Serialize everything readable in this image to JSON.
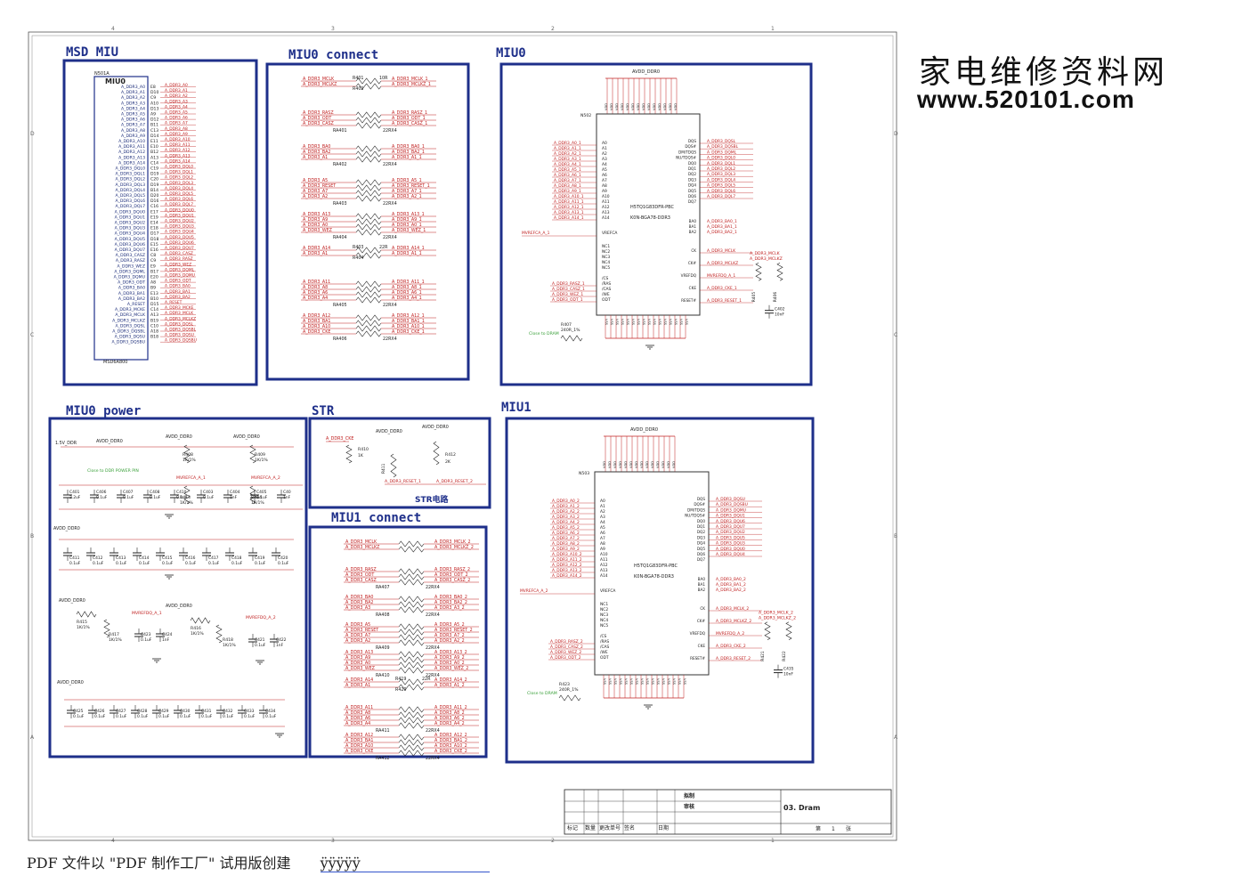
{
  "watermark": {
    "cn": "家电维修资料网",
    "url": "www.520101.com"
  },
  "footer": {
    "text": "PDF 文件以 \"PDF 制作工厂\" 试用版创建",
    "link": "ÿÿÿÿÿ"
  },
  "grid": {
    "top": [
      "4",
      "3",
      "2",
      "1"
    ],
    "side": [
      "D",
      "C",
      "B",
      "A"
    ]
  },
  "blocks": {
    "msd_miu": {
      "title": "MSD MIU",
      "part": "N501A",
      "name": "MIU0",
      "footer": "MSD6A800",
      "signals": [
        "A_DDR3_A0",
        "A_DDR3_A1",
        "A_DDR3_A2",
        "A_DDR3_A3",
        "A_DDR3_A4",
        "A_DDR3_A5",
        "A_DDR3_A6",
        "A_DDR3_A7",
        "A_DDR3_A8",
        "A_DDR3_A9",
        "A_DDR3_A10",
        "A_DDR3_A11",
        "A_DDR3_A12",
        "A_DDR3_A13",
        "A_DDR3_A14",
        "A_DDR3_DQL0",
        "A_DDR3_DQL1",
        "A_DDR3_DQL2",
        "A_DDR3_DQL3",
        "A_DDR3_DQL4",
        "A_DDR3_DQL5",
        "A_DDR3_DQL6",
        "A_DDR3_DQL7",
        "A_DDR3_DQU0",
        "A_DDR3_DQU1",
        "A_DDR3_DQU2",
        "A_DDR3_DQU3",
        "A_DDR3_DQU4",
        "A_DDR3_DQU5",
        "A_DDR3_DQU6",
        "A_DDR3_DQU7",
        "A_DDR3_CASZ",
        "A_DDR3_RASZ",
        "A_DDR3_WEZ",
        "A_DDR3_DQML",
        "A_DDR3_DQMU",
        "A_DDR3_ODT",
        "A_DDR3_BA0",
        "A_DDR3_BA1",
        "A_DDR3_BA2",
        "A_RESET",
        "A_DDR3_MCKE",
        "A_DDR3_MCLK",
        "A_DDR3_MCLKZ",
        "A_DDR3_DQSL",
        "A_DDR3_DQSBL",
        "A_DDR3_DQSU",
        "A_DDR3_DQSBU"
      ],
      "pins": [
        "E8",
        "D10",
        "C9",
        "A10",
        "D13",
        "A9",
        "D12",
        "B11",
        "C13",
        "D14",
        "E11",
        "E10",
        "B12",
        "A13",
        "C14",
        "C19",
        "D19",
        "C20",
        "D19",
        "B14",
        "D20",
        "D16",
        "C16",
        "E17",
        "E19",
        "E14",
        "E18",
        "D17",
        "D18",
        "E15",
        "E16",
        "C8",
        "C9",
        "E9",
        "B17",
        "E20",
        "A8",
        "B9",
        "E13",
        "B10",
        "D15",
        "C14",
        "A13",
        "B19",
        "C10",
        "A18",
        "B18"
      ]
    },
    "miu0_connect": {
      "title": "MIU0 connect",
      "rows": [
        {
          "l1": "A_DDR3_MCLK",
          "l2": "A_DDR3_MCLKZ",
          "ref1": "R401",
          "ref2": "R402",
          "val": "10R",
          "r1": "A_DDR3_MCLK_1",
          "r2": "A_DDR3_MCLKZ_1"
        },
        {
          "l1": "A_DDR3_RASZ",
          "l2": "A_DDR3_ODT",
          "l3": "A_DDR3_CASZ",
          "ref": "RA401",
          "val": "22RX4",
          "r1": "A_DDR3_RASZ_1",
          "r2": "A_DDR3_ODT_1",
          "r3": "A_DDR3_CASZ_1"
        },
        {
          "l1": "A_DDR3_BA0",
          "l2": "A_DDR3_BA2",
          "l3": "A_DDR3_A1",
          "ref": "RA402",
          "val": "22RX4",
          "r1": "A_DDR3_BA0_1",
          "r2": "A_DDR3_BA2_1",
          "r3": "A_DDR3_A1_1"
        },
        {
          "l1": "A_DDR3_A5",
          "l2": "A_DDR3_RESET",
          "l3": "A_DDR3_A7",
          "l4": "A_DDR3_A2",
          "ref": "RA403",
          "val": "22RX4",
          "r1": "A_DDR3_A5_1",
          "r2": "A_DDR3_RESET_1",
          "r3": "A_DDR3_A7_1",
          "r4": "A_DDR3_A2_1"
        },
        {
          "l1": "A_DDR3_A13",
          "l2": "A_DDR3_A9",
          "l3": "A_DDR3_A0",
          "l4": "A_DDR3_WEZ",
          "ref": "RA404",
          "val": "22RX4",
          "r1": "A_DDR3_A13_1",
          "r2": "A_DDR3_A9_1",
          "r3": "A_DDR3_A0_1",
          "r4": "A_DDR3_WEZ_1"
        },
        {
          "l1": "A_DDR3_A14",
          "l2": "A_DDR3_A1",
          "ref1": "R403",
          "ref2": "R404",
          "val": "22R",
          "r1": "A_DDR3_A14_1",
          "r2": "A_DDR3_A1_1"
        },
        {
          "l1": "A_DDR3_A11",
          "l2": "A_DDR3_A8",
          "l3": "A_DDR3_A6",
          "l4": "A_DDR3_A4",
          "ref": "RA405",
          "val": "22RX4",
          "r1": "A_DDR3_A11_1",
          "r2": "A_DDR3_A8_1",
          "r3": "A_DDR3_A6_1",
          "r4": "A_DDR3_A4_1"
        },
        {
          "l1": "A_DDR3_A12",
          "l2": "A_DDR3_BA1",
          "l3": "A_DDR3_A10",
          "l4": "A_DDR3_CKE",
          "ref": "RA406",
          "val": "22RX4",
          "r1": "A_DDR3_A12_1",
          "r2": "A_DDR3_BA1_1",
          "r3": "A_DDR3_A10_1",
          "r4": "A_DDR3_CKE_1"
        }
      ]
    },
    "miu0": {
      "title": "MIU0",
      "supply": "AVDD_DDR0",
      "ref": "N502",
      "part": "H5TQ1G83DFR-PBC",
      "pkg": "K0N-BGA78-DDR3",
      "addr": [
        "A_DDR3_A0_1",
        "A_DDR3_A1_1",
        "A_DDR3_A2_1",
        "A_DDR3_A3_1",
        "A_DDR3_A4_1",
        "A_DDR3_A5_1",
        "A_DDR3_A6_1",
        "A_DDR3_A7_1",
        "A_DDR3_A8_1",
        "A_DDR3_A9_1",
        "A_DDR3_A10_1",
        "A_DDR3_A11_1",
        "A_DDR3_A12_1",
        "A_DDR3_A13_1",
        "A_DDR3_A14_1"
      ],
      "dq": [
        "A_DDR3_DQSL",
        "A_DDR3_DQSBL",
        "A_DDR3_DQML",
        "A_DDR3_DQL0",
        "A_DDR3_DQL1",
        "A_DDR3_DQL2",
        "A_DDR3_DQL3",
        "A_DDR3_DQL4",
        "A_DDR3_DQL5",
        "A_DDR3_DQL6",
        "A_DDR3_DQL7"
      ],
      "ctl": [
        "A_DDR3_RASZ_1",
        "A_DDR3_CASZ_1",
        "A_DDR3_WEZ_1",
        "A_DDR3_ODT_1"
      ],
      "ba": [
        "A_DDR3_BA0_1",
        "A_DDR3_BA1_1",
        "A_DDR3_BA2_1"
      ],
      "clk": [
        "A_DDR3_MCLK",
        "A_DDR3_MCLKZ",
        "MVREFDQ_A_1",
        "A_DDR3_CKE_1",
        "A_DDR3_RESET_1"
      ],
      "vref": "MVREFCA_A_1",
      "r_ref": "R407",
      "r_val": "240R_1%",
      "note": "Close to DRAM",
      "term": [
        "A_DDR3_MCLK",
        "A_DDR3_MCLKZ"
      ],
      "term_r": [
        "R405",
        "R406"
      ],
      "cap": "C402",
      "cap_val": "10nF"
    },
    "miu0_power": {
      "title": "MIU0 power",
      "v1": "1.5V_DDR",
      "v2": "AVDD_DDR0",
      "note": "Close to DDR POWER PIN",
      "r1": "R408",
      "r1v": "1K/1%",
      "r2": "R409",
      "r2v": "1K/1%",
      "r3": "R413",
      "r3v": "1K/1%",
      "r4": "R414",
      "r4v": "1K/1%",
      "vref1": "MVREFCA_A_1",
      "vref2": "MVREFCA_A_2",
      "vref3": "MVREFDQ_A_1",
      "vref4": "MVREFDQ_A_2",
      "r5": "R415",
      "r5v": "1K/1%",
      "r6": "R416",
      "r6v": "1K/1%",
      "r7": "R417",
      "r7v": "1K/1%",
      "r8": "R418",
      "r8v": "1K/1%",
      "caps_row1": [
        [
          "C401",
          "2.2uF"
        ],
        [
          "C406",
          "0.1uF"
        ],
        [
          "C407",
          "0.1uF"
        ],
        [
          "C408",
          "0.1uF"
        ],
        [
          "C410",
          "0.1uF"
        ],
        [
          "C403",
          "0.1uF"
        ],
        [
          "C404",
          "1nF"
        ],
        [
          "C405",
          "0.1uF"
        ],
        [
          "C40",
          "1nF"
        ]
      ],
      "caps_row2": [
        [
          "C411",
          "0.1uF"
        ],
        [
          "C412",
          "0.1uF"
        ],
        [
          "C413",
          "0.1uF"
        ],
        [
          "C414",
          "0.1uF"
        ],
        [
          "C415",
          "0.1uF"
        ],
        [
          "C416",
          "0.1uF"
        ],
        [
          "C417",
          "0.1uF"
        ],
        [
          "C418",
          "0.1uF"
        ],
        [
          "C419",
          "0.1uF"
        ],
        [
          "C420",
          "0.1uF"
        ]
      ],
      "caps_row3": [
        [
          "C423",
          "0.1uF"
        ],
        [
          "C424",
          "1nF"
        ],
        [
          "C421",
          "0.1uF"
        ],
        [
          "C422",
          "1nF"
        ]
      ],
      "caps_row4": [
        [
          "C425",
          "0.1uF"
        ],
        [
          "C426",
          "0.1uF"
        ],
        [
          "C427",
          "0.1uF"
        ],
        [
          "C428",
          "0.1uF"
        ],
        [
          "C429",
          "0.1uF"
        ],
        [
          "C430",
          "0.1uF"
        ],
        [
          "C431",
          "0.1uF"
        ],
        [
          "C432",
          "0.1uF"
        ],
        [
          "C433",
          "0.1uF"
        ],
        [
          "C434",
          "0.1uF"
        ]
      ]
    },
    "str": {
      "title": "STR",
      "cke": "A_DDR3_CKE",
      "v": "AVDD_DDR0",
      "r410": "R410",
      "r410v": "1K",
      "r411": "R411",
      "r412": "R412",
      "r412v": "2K",
      "rst1": "A_DDR3_RESET_1",
      "rst2": "A_DDR3_RESET_2",
      "label": "STR电路"
    },
    "miu1_connect": {
      "title": "MIU1 connect",
      "rows": [
        {
          "l1": "A_DDR3_MCLK",
          "l2": "A_DDR3_MCLKZ",
          "r1": "A_DDR3_MCLK_2",
          "r2": "A_DDR3_MCLKZ_2"
        },
        {
          "l1": "A_DDR3_RASZ",
          "l2": "A_DDR3_ODT",
          "l3": "A_DDR3_CASZ",
          "ref": "RA407",
          "val": "22RX4",
          "r1": "A_DDR3_RASZ_2",
          "r2": "A_DDR3_ODT_2",
          "r3": "A_DDR3_CASZ_2"
        },
        {
          "l1": "A_DDR3_BA0",
          "l2": "A_DDR3_BA2",
          "l3": "A_DDR3_A3",
          "ref": "RA408",
          "val": "22RX4",
          "r1": "A_DDR3_BA0_2",
          "r2": "A_DDR3_BA2_2",
          "r3": "A_DDR3_A3_2"
        },
        {
          "l1": "A_DDR3_A5",
          "l2": "A_DDR3_RESET",
          "l3": "A_DDR3_A7",
          "l4": "A_DDR3_A2",
          "ref": "RA409",
          "val": "22RX4",
          "r1": "A_DDR3_A5_2",
          "r2": "A_DDR3_RESET_2",
          "r3": "A_DDR3_A7_2",
          "r4": "A_DDR3_A2_2"
        },
        {
          "l1": "A_DDR3_A13",
          "l2": "A_DDR3_A9",
          "l3": "A_DDR3_A0",
          "l4": "A_DDR3_WEZ",
          "ref": "RA410",
          "val": "22RX4",
          "r1": "A_DDR3_A13_2",
          "r2": "A_DDR3_A9_2",
          "r3": "A_DDR3_A0_2",
          "r4": "A_DDR3_WEZ_2"
        },
        {
          "l1": "A_DDR3_A14",
          "l2": "A_DDR3_A1",
          "ref1": "R419",
          "ref2": "R420",
          "val": "22R",
          "r1": "A_DDR3_A14_2",
          "r2": "A_DDR3_A1_2"
        },
        {
          "l1": "A_DDR3_A11",
          "l2": "A_DDR3_A8",
          "l3": "A_DDR3_A6",
          "l4": "A_DDR3_A4",
          "ref": "RA411",
          "val": "22RX4",
          "r1": "A_DDR3_A11_2",
          "r2": "A_DDR3_A8_2",
          "r3": "A_DDR3_A6_2",
          "r4": "A_DDR3_A4_2"
        },
        {
          "l1": "A_DDR3_A12",
          "l2": "A_DDR3_BA1",
          "l3": "A_DDR3_A10",
          "l4": "A_DDR3_CKE",
          "ref": "RA412",
          "val": "22RX4",
          "r1": "A_DDR3_A12_2",
          "r2": "A_DDR3_BA1_2",
          "r3": "A_DDR3_A10_2",
          "r4": "A_DDR3_CKE_2"
        }
      ]
    },
    "miu1": {
      "title": "MIU1",
      "supply": "AVDD_DDR0",
      "ref": "N503",
      "part": "H5TQ1G83DFR-PBC",
      "pkg": "K0N-BGA78-DDR3",
      "addr": [
        "A_DDR3_A0_2",
        "A_DDR3_A1_2",
        "A_DDR3_A2_2",
        "A_DDR3_A3_2",
        "A_DDR3_A4_2",
        "A_DDR3_A5_2",
        "A_DDR3_A6_2",
        "A_DDR3_A7_2",
        "A_DDR3_A8_2",
        "A_DDR3_A9_2",
        "A_DDR3_A10_2",
        "A_DDR3_A11_2",
        "A_DDR3_A12_2",
        "A_DDR3_A13_2",
        "A_DDR3_A14_2"
      ],
      "dq": [
        "A_DDR3_DQSU",
        "A_DDR3_DQSBU",
        "A_DDR3_DQMU",
        "A_DDR3_DQU1",
        "A_DDR3_DQU6",
        "A_DDR3_DQU7",
        "A_DDR3_DQU2",
        "A_DDR3_DQU5",
        "A_DDR3_DQU3",
        "A_DDR3_DQU0",
        "A_DDR3_DQU4"
      ],
      "ctl": [
        "A_DDR3_RASZ_2",
        "A_DDR3_CASZ_2",
        "A_DDR3_WEZ_2",
        "A_DDR3_ODT_2"
      ],
      "ba": [
        "A_DDR3_BA0_2",
        "A_DDR3_BA1_2",
        "A_DDR3_BA2_2"
      ],
      "clk": [
        "A_DDR3_MCLK_2",
        "A_DDR3_MCLKZ_2",
        "MVREFDQ_A_2",
        "A_DDR3_CKE_2",
        "A_DDR3_RESET_2"
      ],
      "vref": "MVREFCA_A_2",
      "r_ref": "R423",
      "r_val": "240R_1%",
      "note": "Close to DRAM",
      "term": [
        "A_DDR3_MCLK_2",
        "A_DDR3_MCLKZ_2"
      ],
      "term_r": [
        "R421",
        "R422"
      ],
      "cap": "C435",
      "cap_val": "10nF"
    }
  },
  "title_block": {
    "drawn": "拟制",
    "checked": "审核",
    "title": "03. Dram",
    "cols": [
      "标记",
      "数量",
      "更改单号",
      "签名",
      "日期"
    ],
    "sheet_prefix": "第",
    "sheet_num": "1",
    "sheet_suffix": "张"
  },
  "colors": {
    "border": "#1e2f8a",
    "wire": "#c02020",
    "text": "#1a1a1a",
    "green": "#3aa03a"
  }
}
